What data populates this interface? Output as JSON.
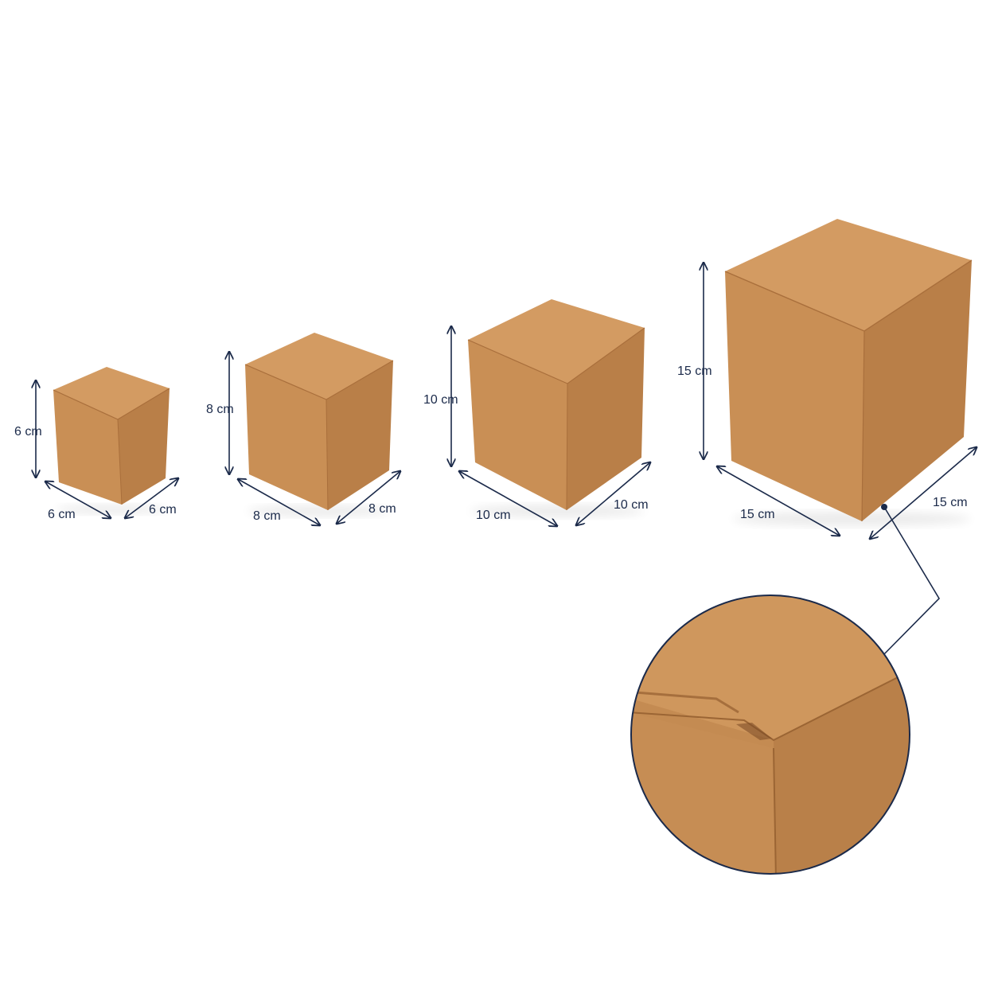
{
  "colors": {
    "background": "#ffffff",
    "kraft_front": "#c98f55",
    "kraft_side": "#b97f48",
    "kraft_top": "#d39b62",
    "kraft_edge": "#a96f3c",
    "annotation": "#1b2a4a"
  },
  "boxes": [
    {
      "name": "box-6cm",
      "height_label": "6 cm",
      "width_label": "6 cm",
      "depth_label": "6 cm"
    },
    {
      "name": "box-8cm",
      "height_label": "8 cm",
      "width_label": "8 cm",
      "depth_label": "8 cm"
    },
    {
      "name": "box-10cm",
      "height_label": "10 cm",
      "width_label": "10 cm",
      "depth_label": "10 cm"
    },
    {
      "name": "box-15cm",
      "height_label": "15 cm",
      "width_label": "15 cm",
      "depth_label": "15 cm"
    }
  ],
  "zoom_detail": {
    "icon": "magnified-corner-detail"
  }
}
